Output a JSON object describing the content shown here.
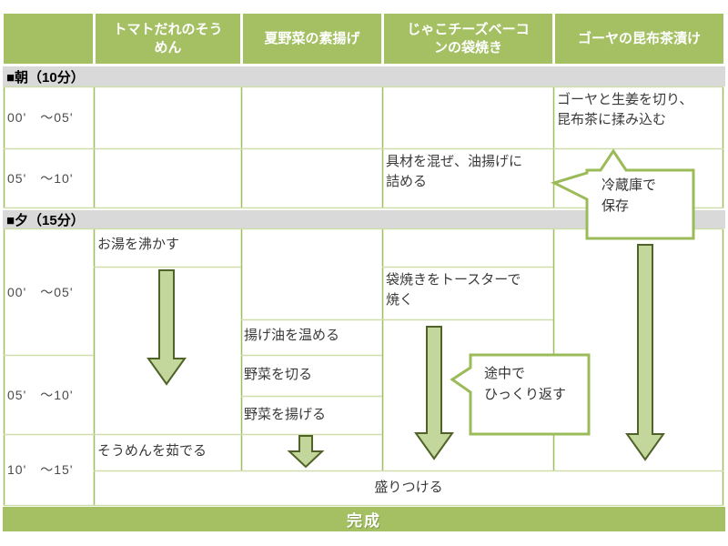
{
  "header": {
    "corner": "",
    "dishes": {
      "tomato_somen": "トマトだれのそう\nめん",
      "fried_vegetables": "夏野菜の素揚げ",
      "jako_cheese_bacon": "じゃこチーズベーコ\nンの袋焼き",
      "goya_pickle": "ゴーヤの昆布茶漬け"
    }
  },
  "sections": {
    "morning_title": "■朝（10分）",
    "evening_title": "■夕（15分）"
  },
  "times": {
    "morning_1": "00'　〜05'",
    "morning_2": "05'　〜10'",
    "evening_1": "00'　〜05'",
    "evening_2": "05'　〜10'",
    "evening_3": "10'　〜15'"
  },
  "steps": {
    "goya_cut": "ゴーヤと生姜を切り、\n昆布茶に揉み込む",
    "jako_fill": "具材を混ぜ、油揚げに\n詰める",
    "boil_water": "お湯を沸かす",
    "toaster_bake": "袋焼きをトースターで\n焼く",
    "heat_oil": "揚げ油を温める",
    "cut_vegetables": "野菜を切る",
    "fry_vegetables": "野菜を揚げる",
    "boil_somen": "そうめんを茹でる",
    "plate_up": "盛りつける"
  },
  "callouts": {
    "fridge": "冷蔵庫で\n保存",
    "flip": "途中で\nひっくり返す"
  },
  "footer": {
    "done": "完成"
  },
  "colors": {
    "green": "#a4c063",
    "gray_band": "#d9d9d9",
    "grid_vertical": "#9fbd5e",
    "grid_horizontal": "#cfdcab",
    "arrow_fill": "#c3d69b",
    "arrow_stroke": "#4f6228",
    "callout_border": "#9bbb59"
  }
}
